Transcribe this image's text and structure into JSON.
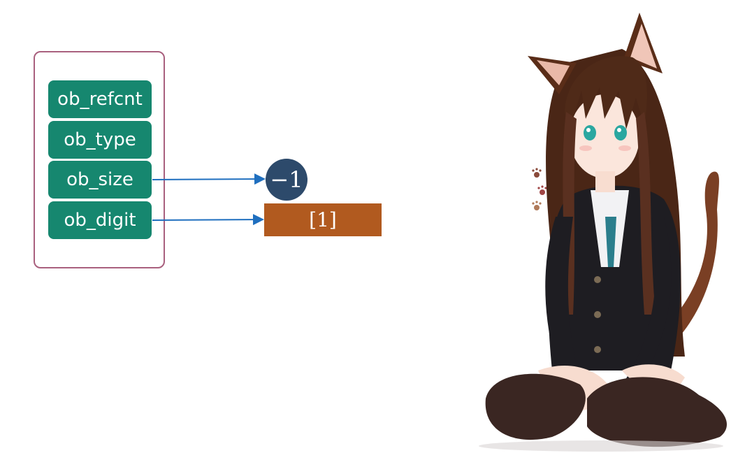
{
  "struct": {
    "fields": [
      "ob_refcnt",
      "ob_type",
      "ob_size",
      "ob_digit"
    ]
  },
  "size_value": "−1",
  "digit_value": "[1]",
  "colors": {
    "struct_border": "#a9607e",
    "field_fill": "#16876f",
    "size_circle": "#2d4a6b",
    "digit_box": "#b15a1f",
    "arrow": "#1f6fbf"
  },
  "illustration": "cat-eared anime girl sitting"
}
